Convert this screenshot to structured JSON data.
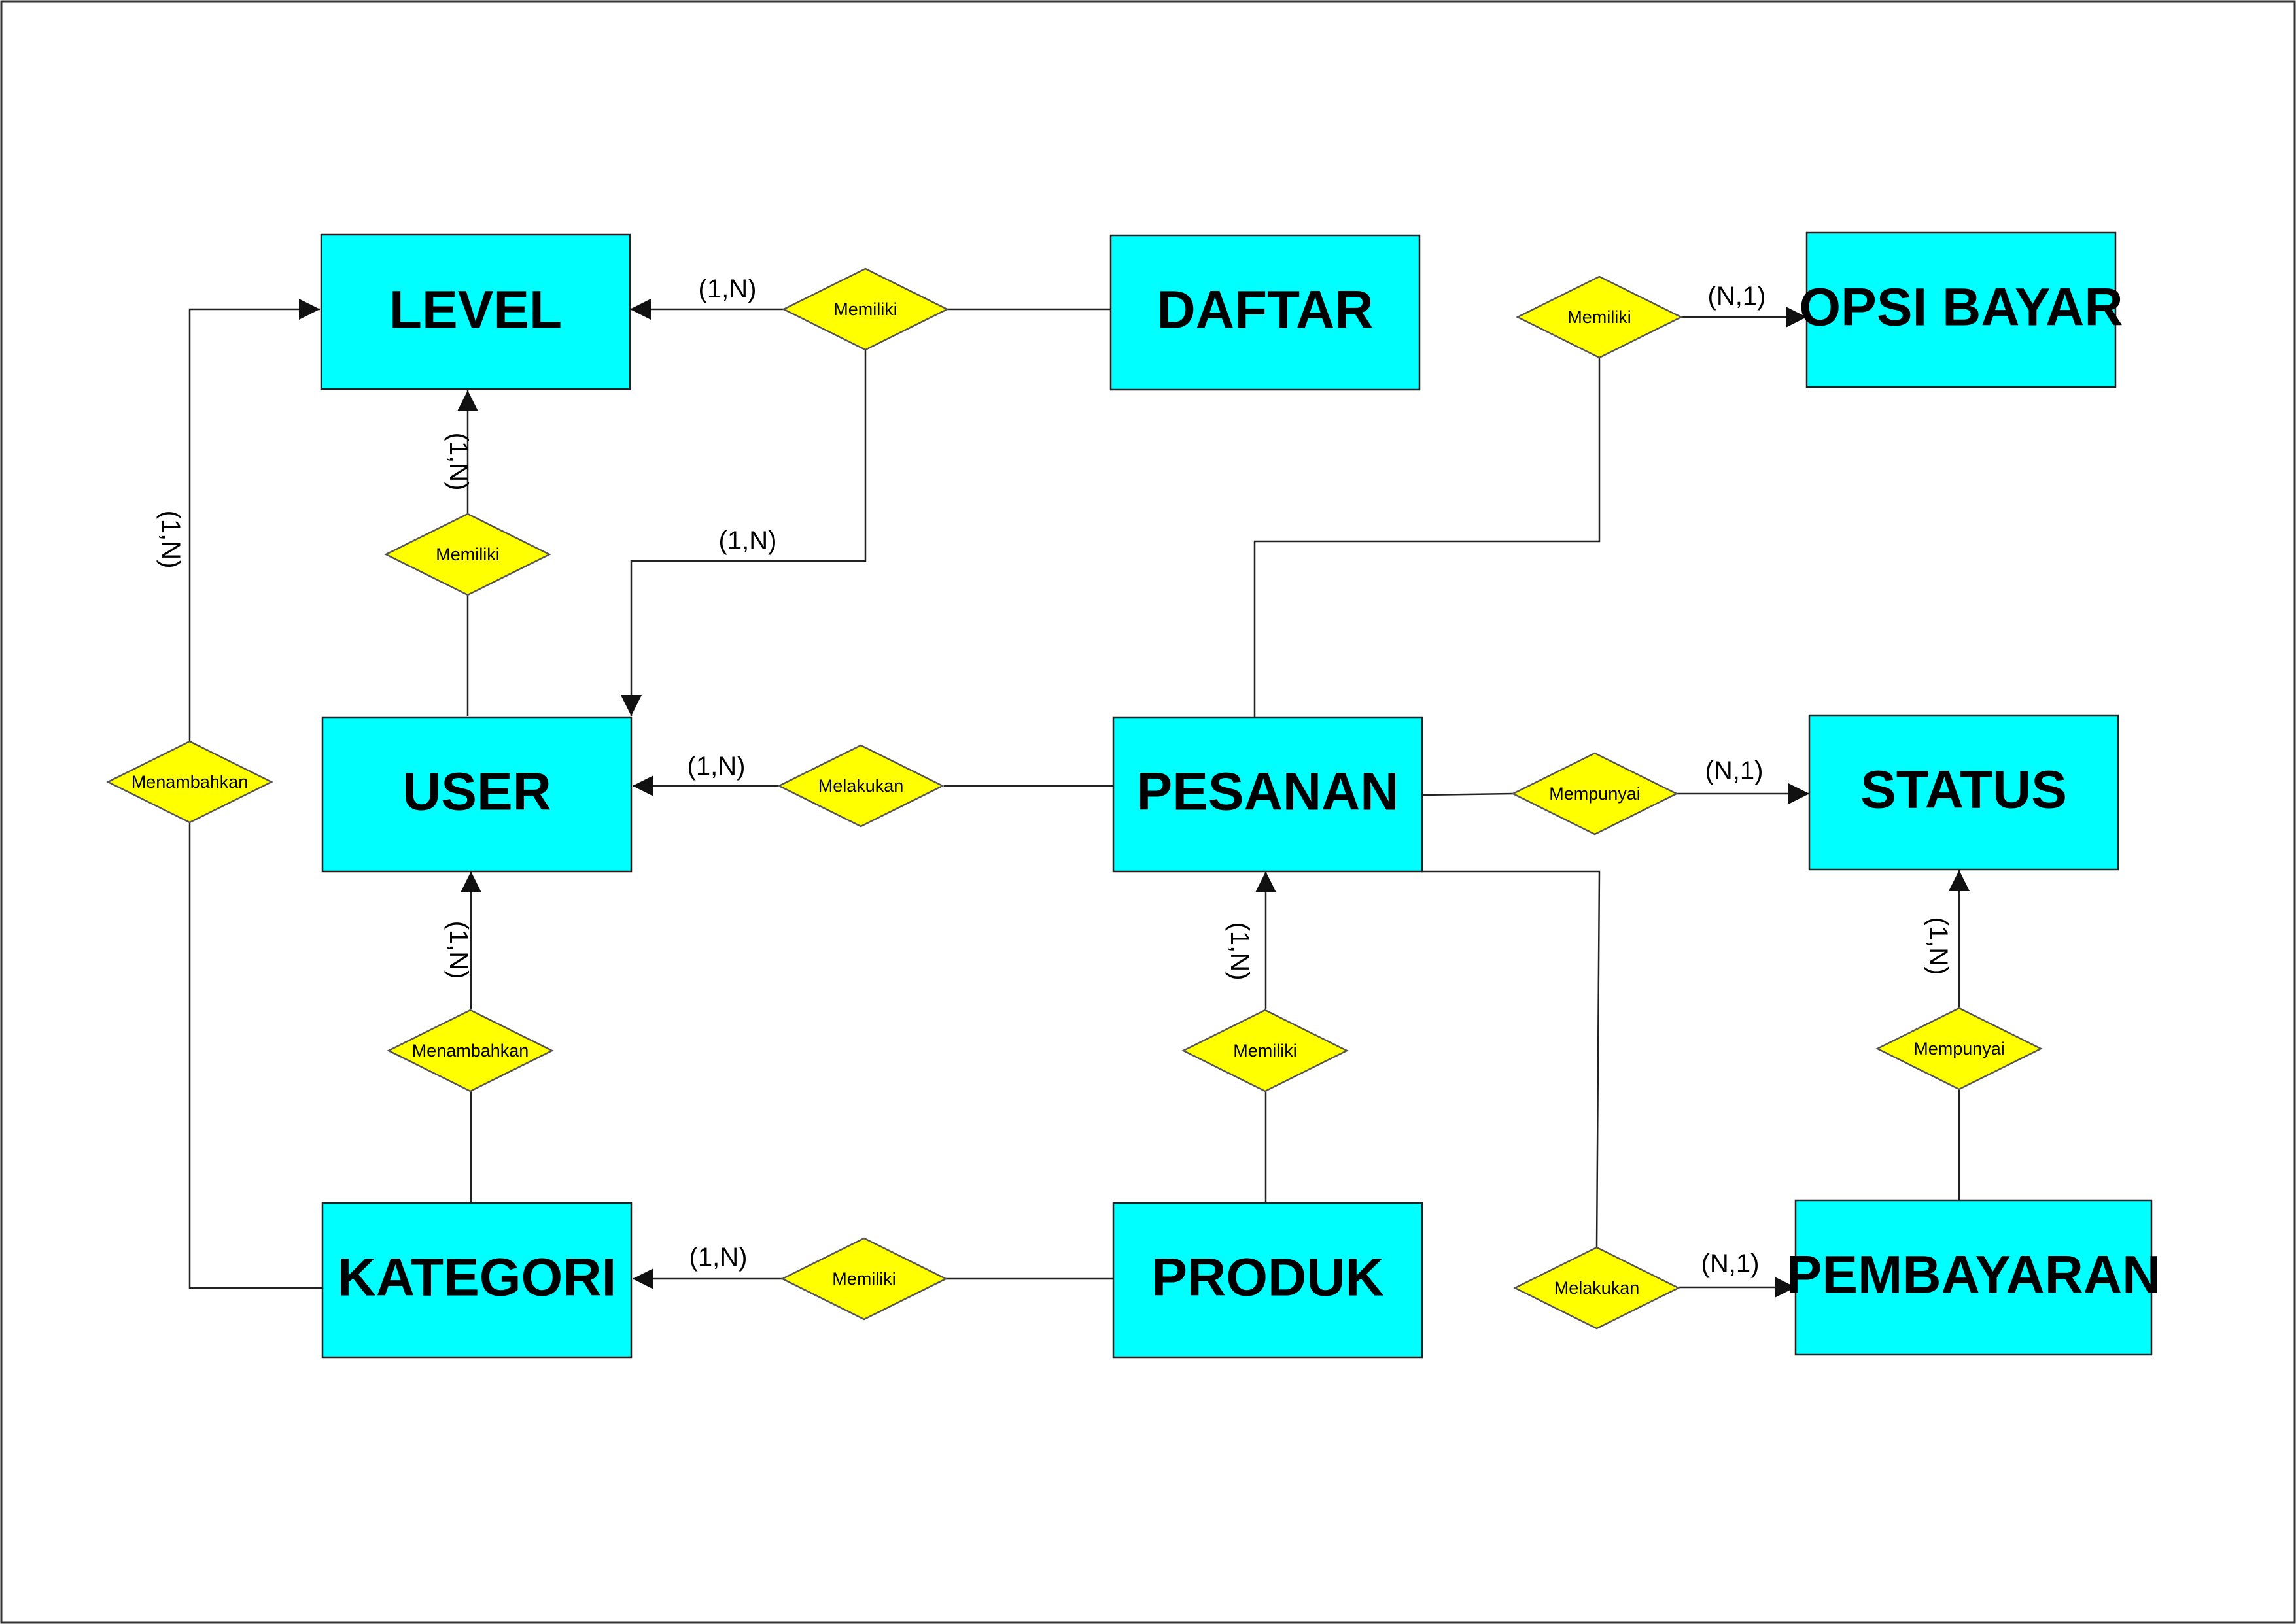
{
  "diagram": {
    "colors": {
      "entity_fill": "#00ffff",
      "relationship_fill": "#ffff00",
      "line": "#222222"
    },
    "entities": {
      "level": "LEVEL",
      "daftar": "DAFTAR",
      "opsi_bayar": "OPSI BAYAR",
      "user": "USER",
      "pesanan": "PESANAN",
      "status": "STATUS",
      "kategori": "KATEGORI",
      "produk": "PRODUK",
      "pembayaran": "PEMBAYARAN"
    },
    "relationships": {
      "daftar_level": "Memiliki",
      "pesanan_opsi": "Memiliki",
      "user_level": "Memiliki",
      "kategori_level": "Menambahkan",
      "pesanan_user": "Melakukan",
      "pesanan_status": "Mempunyai",
      "kategori_user": "Menambahkan",
      "produk_pesanan": "Memiliki",
      "pembayaran_status": "Mempunyai",
      "produk_kategori": "Memiliki",
      "pesanan_pembayaran": "Melakukan"
    },
    "cardinalities": {
      "daftar_level": "(1,N)",
      "daftar_user": "(1,N)",
      "pesanan_opsi": "(N,1)",
      "user_level": "(1,N)",
      "kategori_level": "(1,N)",
      "pesanan_user": "(1,N)",
      "pesanan_status": "(N,1)",
      "kategori_user": "(1,N)",
      "produk_pesanan": "(1,N)",
      "pembayaran_status": "(1,N)",
      "produk_kategori": "(1,N)",
      "pesanan_pembayaran": "(N,1)"
    }
  }
}
